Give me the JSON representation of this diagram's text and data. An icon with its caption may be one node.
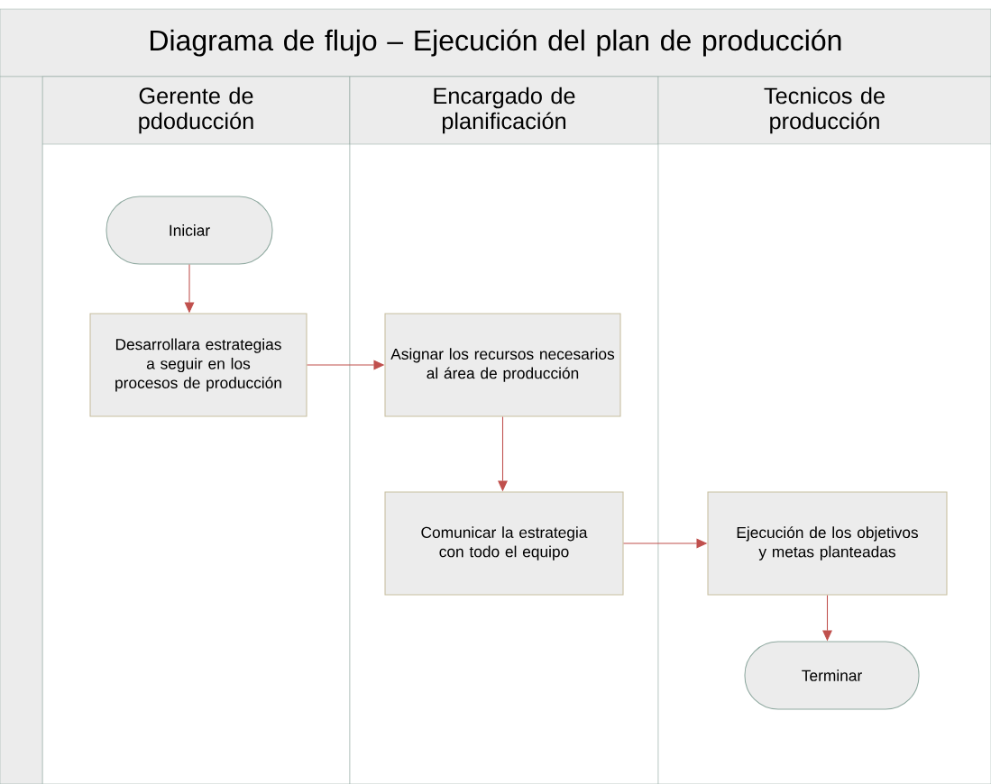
{
  "diagram": {
    "nodes": [
      {
        "text": [
          "Diagrama de flujo – Ejecución del plan de producción"
        ]
      },
      {
        "text": [
          "Gerente de pdoducción"
        ]
      },
      {
        "text": [
          "Encargado de planificación"
        ]
      },
      {
        "text": [
          "Tecnicos de producción"
        ]
      },
      {
        "text": [
          "Iniciar"
        ],
        "in": 1
      },
      {
        "text": [
          "Desarrollara estrategias a seguir en los procesos de producción"
        ],
        "in": 1
      },
      {
        "text": [
          "Asignar los recursos necesarios al área de producción"
        ],
        "in": 2
      },
      {
        "text": [
          "Comunicar la estrategia con todo el equipo"
        ],
        "in": 2
      },
      {
        "text": [
          "Ejecución de los objetivos y metas planteadas"
        ],
        "in": 3
      },
      {
        "text": [
          "Terminar"
        ],
        "in": 3
      }
    ],
    "edges": [
      {
        "from": 4,
        "to": 5,
        "arrow": "to"
      },
      {
        "from": 5,
        "to": 6,
        "arrow": "to"
      },
      {
        "from": 6,
        "to": 7,
        "arrow": "to"
      },
      {
        "from": 7,
        "to": 8,
        "arrow": "to"
      },
      {
        "from": 8,
        "to": 9,
        "arrow": "to"
      }
    ]
  }
}
